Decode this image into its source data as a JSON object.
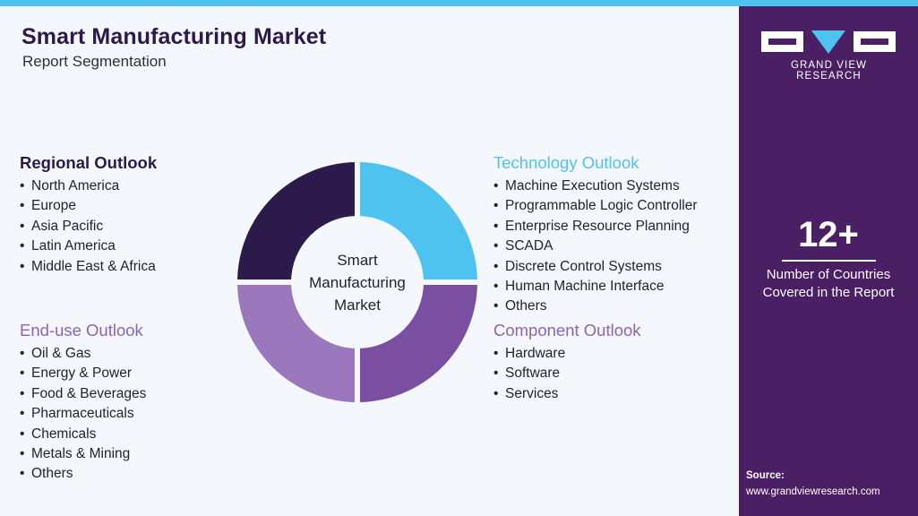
{
  "header": {
    "title": "Smart Manufacturing Market",
    "subtitle": "Report Segmentation"
  },
  "colors": {
    "accent_blue": "#4ec3ef",
    "dark_purple": "#2b1a4a",
    "mid_purple": "#7a4ea0",
    "light_purple": "#9b77bd",
    "panel_purple": "#4b1f63",
    "background": "#f4f7fb"
  },
  "donut": {
    "center_line1": "Smart",
    "center_line2": "Manufacturing",
    "center_line3": "Market",
    "segments": [
      {
        "name": "technology",
        "color": "#4ec3ef"
      },
      {
        "name": "component",
        "color": "#7a4ea0"
      },
      {
        "name": "end-use",
        "color": "#9b77bd"
      },
      {
        "name": "regional",
        "color": "#2b1a4a"
      }
    ]
  },
  "sections": {
    "regional": {
      "heading": "Regional Outlook",
      "items": [
        "North America",
        "Europe",
        "Asia Pacific",
        "Latin America",
        "Middle East & Africa"
      ]
    },
    "enduse": {
      "heading": "End-use Outlook",
      "items": [
        "Oil & Gas",
        "Energy & Power",
        "Food & Beverages",
        "Pharmaceuticals",
        "Chemicals",
        "Metals & Mining",
        "Others"
      ]
    },
    "technology": {
      "heading": "Technology Outlook",
      "items": [
        "Machine Execution Systems",
        "Programmable Logic Controller",
        "Enterprise Resource Planning",
        "SCADA",
        "Discrete Control Systems",
        "Human Machine Interface",
        "Others"
      ]
    },
    "component": {
      "heading": "Component Outlook",
      "items": [
        "Hardware",
        "Software",
        "Services"
      ]
    }
  },
  "brand": {
    "logo_text": "GRAND VIEW RESEARCH",
    "stat_number": "12+",
    "stat_caption_line1": "Number of Countries",
    "stat_caption_line2": "Covered in the Report",
    "source_label": "Source:",
    "source_url": "www.grandviewresearch.com"
  }
}
